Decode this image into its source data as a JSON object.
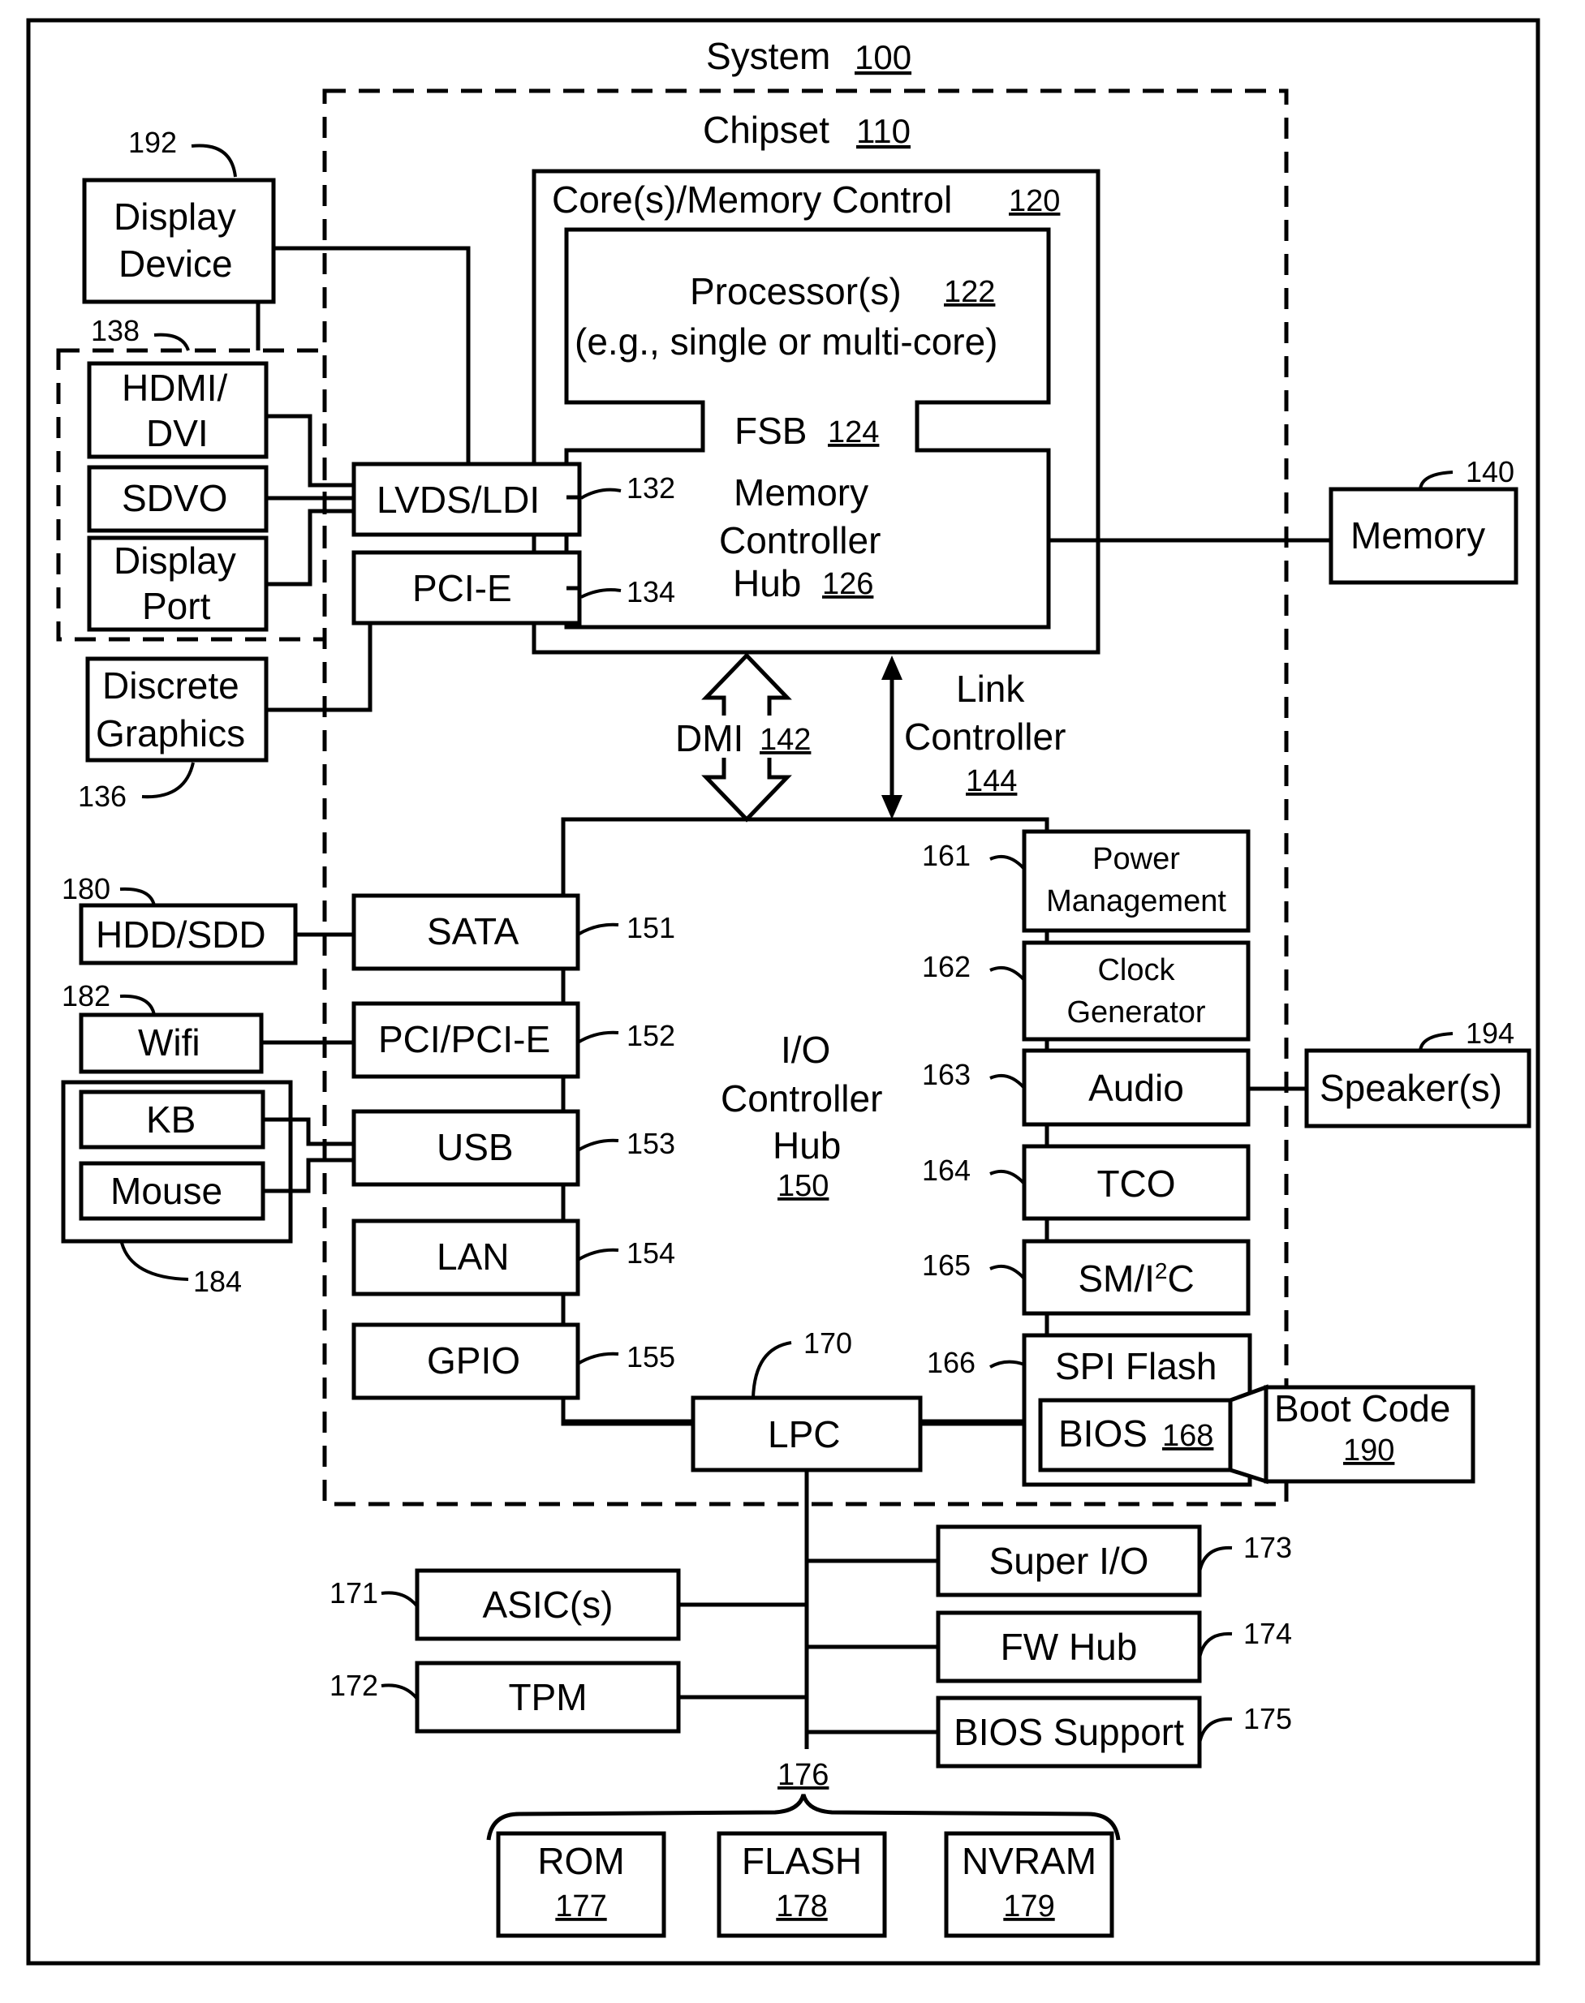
{
  "system": {
    "label": "System",
    "ref": "100"
  },
  "chipset": {
    "label": "Chipset",
    "ref": "110"
  },
  "core_memory_control": {
    "label": "Core(s)/Memory Control",
    "ref": "120"
  },
  "processor": {
    "line1": "Processor(s)",
    "ref": "122",
    "line2": "(e.g., single or multi-core)"
  },
  "fsb": {
    "label": "FSB",
    "ref": "124"
  },
  "mch": {
    "line1": "Memory",
    "line2": "Controller",
    "line3": "Hub",
    "ref": "126"
  },
  "lvds": {
    "label": "LVDS/LDI",
    "ref": "132"
  },
  "pcie": {
    "label": "PCI-E",
    "ref": "134"
  },
  "display_device": {
    "line1": "Display",
    "line2": "Device",
    "ref": "192"
  },
  "display_group": {
    "ref": "138"
  },
  "hdmi": {
    "line1": "HDMI/",
    "line2": "DVI"
  },
  "sdvo": {
    "label": "SDVO"
  },
  "displayport": {
    "line1": "Display",
    "line2": "Port"
  },
  "discrete_graphics": {
    "line1": "Discrete",
    "line2": "Graphics",
    "ref": "136"
  },
  "memory": {
    "label": "Memory",
    "ref": "140"
  },
  "dmi": {
    "label": "DMI",
    "ref": "142"
  },
  "link_controller": {
    "line1": "Link",
    "line2": "Controller",
    "ref": "144"
  },
  "ich": {
    "line1": "I/O",
    "line2": "Controller",
    "line3": "Hub",
    "ref": "150"
  },
  "left_ports": [
    {
      "label": "SATA",
      "ref": "151"
    },
    {
      "label": "PCI/PCI-E",
      "ref": "152"
    },
    {
      "label": "USB",
      "ref": "153"
    },
    {
      "label": "LAN",
      "ref": "154"
    },
    {
      "label": "GPIO",
      "ref": "155"
    }
  ],
  "right_blocks": [
    {
      "line1": "Power",
      "line2": "Management",
      "ref": "161"
    },
    {
      "line1": "Clock",
      "line2": "Generator",
      "ref": "162"
    },
    {
      "label": "Audio",
      "ref": "163"
    },
    {
      "label": "TCO",
      "ref": "164"
    },
    {
      "label": "SM/I",
      "sup": "2",
      "tail": "C",
      "ref": "165"
    }
  ],
  "spi_flash": {
    "label": "SPI Flash",
    "ref": "166"
  },
  "bios": {
    "label": "BIOS",
    "ref": "168"
  },
  "boot_code": {
    "label": "Boot Code",
    "ref": "190"
  },
  "lpc": {
    "label": "LPC",
    "ref": "170"
  },
  "hdd": {
    "label": "HDD/SDD",
    "ref": "180"
  },
  "wifi": {
    "label": "Wifi",
    "ref": "182"
  },
  "kb": {
    "label": "KB"
  },
  "mouse": {
    "label": "Mouse"
  },
  "input_group": {
    "ref": "184"
  },
  "speakers": {
    "label": "Speaker(s)",
    "ref": "194"
  },
  "lpc_devices_left": [
    {
      "label": "ASIC(s)",
      "ref": "171"
    },
    {
      "label": "TPM",
      "ref": "172"
    }
  ],
  "lpc_devices_right": [
    {
      "label": "Super I/O",
      "ref": "173"
    },
    {
      "label": "FW Hub",
      "ref": "174"
    },
    {
      "label": "BIOS Support",
      "ref": "175"
    }
  ],
  "storage_group": {
    "ref": "176"
  },
  "storage": [
    {
      "label": "ROM",
      "ref": "177"
    },
    {
      "label": "FLASH",
      "ref": "178"
    },
    {
      "label": "NVRAM",
      "ref": "179"
    }
  ]
}
